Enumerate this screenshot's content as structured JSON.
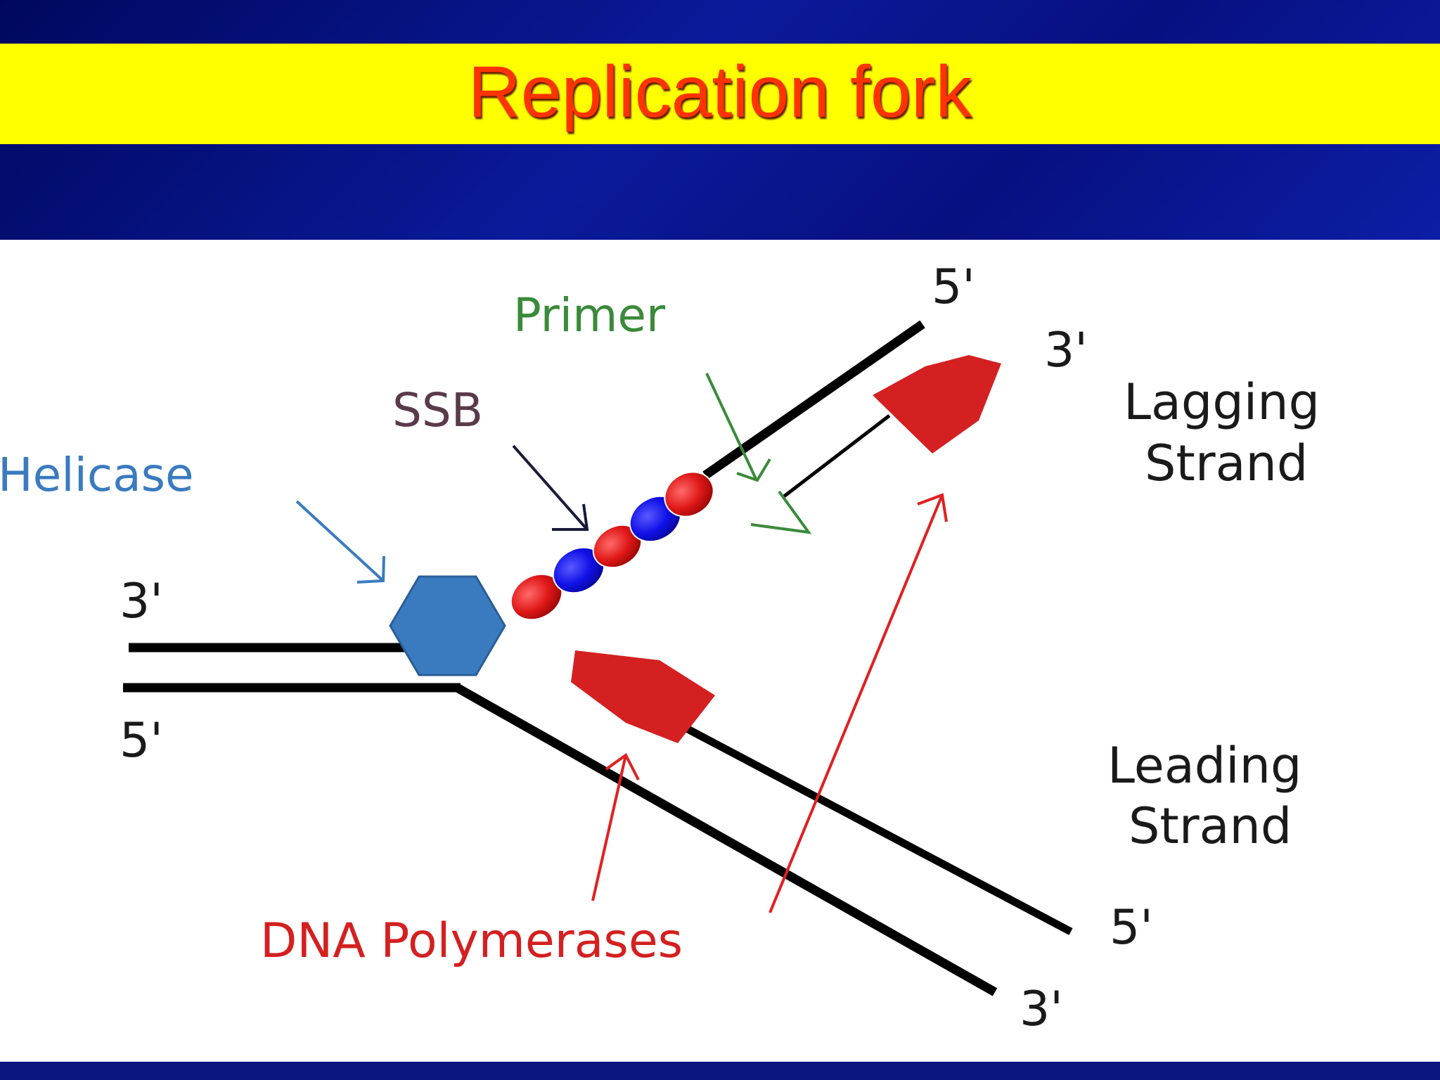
{
  "slide": {
    "title": "Replication fork"
  },
  "diagram": {
    "labels": {
      "helicase": "Helicase",
      "ssb": "SSB",
      "primer": "Primer",
      "dna_polymerases": "DNA Polymerases",
      "lagging_line1": "Lagging",
      "lagging_line2": "Strand",
      "leading_line1": "Leading",
      "leading_line2": "Strand",
      "left_top_end": "3'",
      "left_bottom_end": "5'",
      "lagging_template_end": "5'",
      "lagging_new_end": "3'",
      "leading_new_end": "5'",
      "leading_template_end": "3'"
    },
    "colors": {
      "helicase": "#3a7bc0",
      "ssb_red": "#e01818",
      "ssb_blue": "#1010e8",
      "polymerase": "#d42020",
      "primer": "#3a8a3a",
      "dna_strand": "#000000"
    }
  }
}
